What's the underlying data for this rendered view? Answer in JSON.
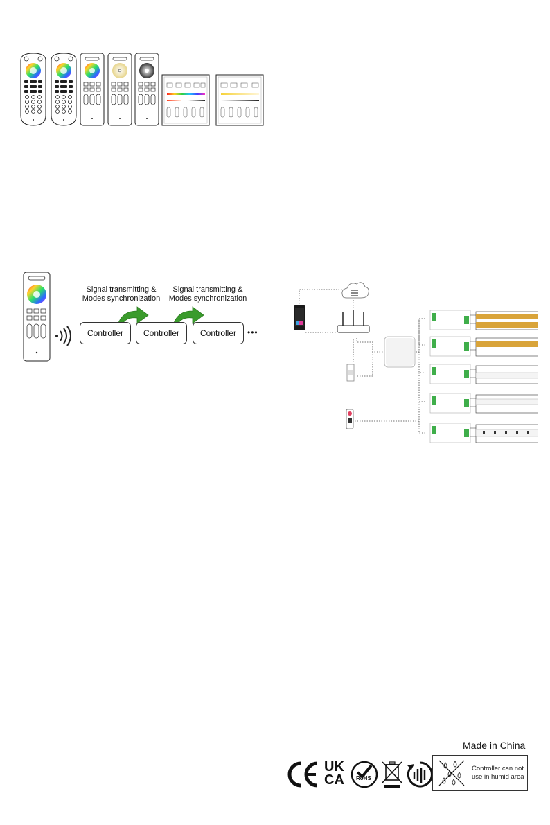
{
  "sync_diagram": {
    "caption_1_line1": "Signal transmitting &",
    "caption_1_line2": "Modes synchronization",
    "caption_2_line1": "Signal transmitting &",
    "caption_2_line2": "Modes synchronization",
    "controllers": [
      "Controller",
      "Controller",
      "Controller"
    ],
    "ellipsis": "•••"
  },
  "footer": {
    "made_in": "Made in China",
    "warning_line1": "Controller can not",
    "warning_line2": "use in humid area",
    "mark_uk": "UK",
    "mark_ca": "CA",
    "mark_rohs": "RoHS"
  },
  "colors": {
    "arrow_green": "#3a9b2c",
    "strip_gold": "#d9a43a",
    "terminal_green": "#3fae4a"
  }
}
